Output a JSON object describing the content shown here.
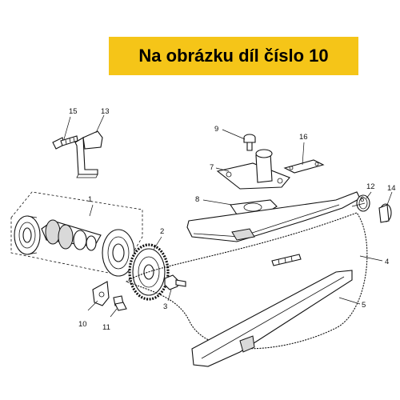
{
  "banner": {
    "text": "Na obrázku díl číslo 10",
    "color": "#f5c518"
  },
  "callouts": {
    "c1": "1",
    "c2": "2",
    "c3": "3",
    "c4": "4",
    "c5": "5",
    "c6": "6",
    "c7": "7",
    "c8": "8",
    "c9": "9",
    "c10": "10",
    "c11": "11",
    "c12": "12",
    "c13": "13",
    "c14": "14",
    "c15": "15",
    "c16": "16"
  }
}
